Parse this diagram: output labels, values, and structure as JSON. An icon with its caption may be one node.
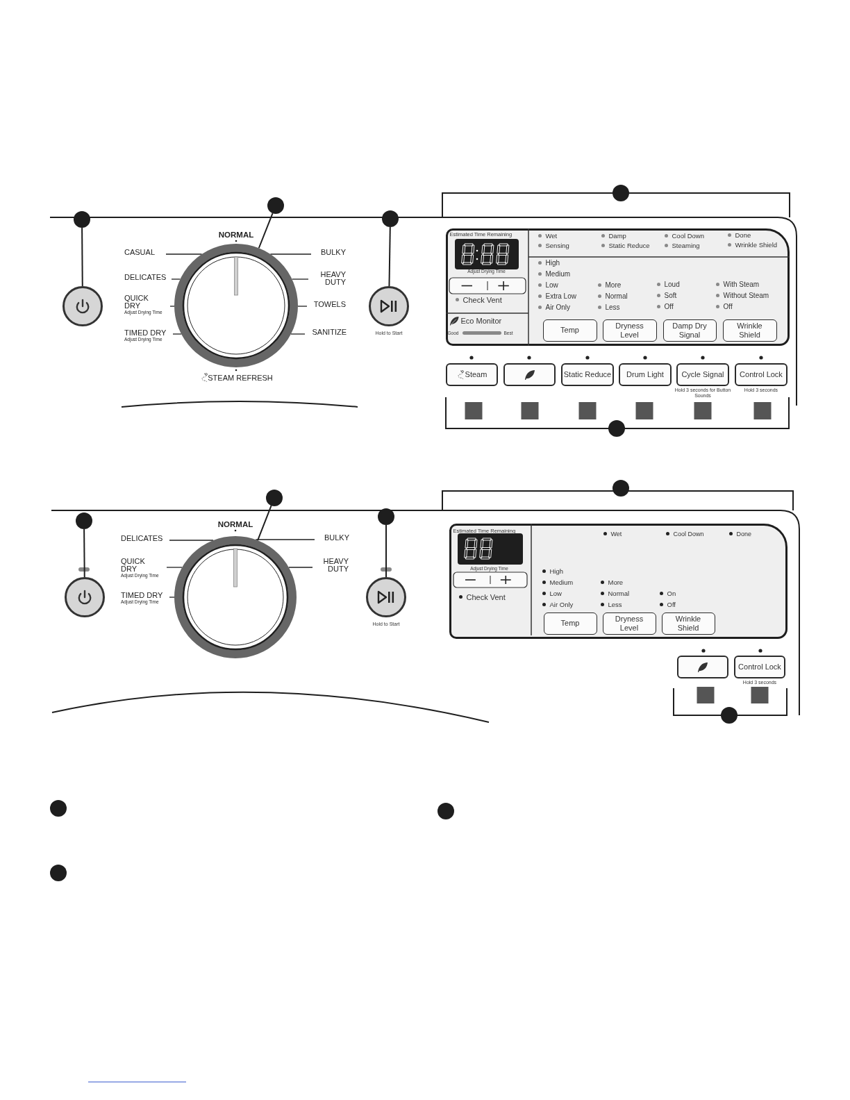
{
  "diagram": {
    "nodes": [
      {
        "text": [],
        "shape": "circle"
      },
      {
        "text": [],
        "shape": "circle"
      },
      {
        "text": [],
        "shape": "circle"
      },
      {
        "text": [],
        "shape": "circle"
      },
      {
        "text": [],
        "shape": "circle"
      },
      {
        "text": [],
        "shape": "circle"
      },
      {
        "text": [
          "CASUAL"
        ]
      },
      {
        "text": [
          "DELICATES"
        ]
      },
      {
        "text": [
          "QUICK DRY",
          "Adjust Drying Time"
        ]
      },
      {
        "text": [
          "TIMED DRY",
          "Adjust Drying Time"
        ]
      },
      {
        "text": [
          "BULKY"
        ]
      },
      {
        "text": [
          "HEAVY DUTY"
        ]
      },
      {
        "text": [
          "TOWELS"
        ]
      },
      {
        "text": [
          "SANITIZE"
        ]
      },
      {
        "text": [],
        "shape": "circle",
        "beside": [
          "Hold to Start"
        ]
      },
      {
        "text": [
          "Estimated Time Remaining",
          "Adjust Drying Time",
          "Check Vent",
          "Eco Monitor",
          "Good",
          "Best",
          "Wet",
          "Sensing",
          "Damp",
          "Static Reduce",
          "Cool Down",
          "Steaming",
          "Done",
          "Wrinkle Shield",
          "High",
          "Medium",
          "Low",
          "Extra Low",
          "Air Only",
          "More",
          "Normal",
          "Less",
          "Loud",
          "Soft",
          "Off",
          "With Steam",
          "Without Steam",
          "Off"
        ]
      },
      {
        "text": [
          "Temp"
        ],
        "in": 15
      },
      {
        "text": [
          "Dryness Level"
        ],
        "in": 15
      },
      {
        "text": [
          "Damp Dry Signal"
        ],
        "in": 15
      },
      {
        "text": [
          "Wrinkle Shield"
        ],
        "in": 15
      },
      {
        "text": [
          "Steam"
        ]
      },
      {
        "text": [],
        "shape": "box"
      },
      {
        "text": [
          "Static Reduce"
        ]
      },
      {
        "text": [
          "Drum Light"
        ]
      },
      {
        "text": [
          "Cycle Signal"
        ],
        "beside": [
          "Hold 3 seconds for Button Sounds"
        ]
      },
      {
        "text": [
          "Control Lock"
        ],
        "beside": [
          "Hold 3 seconds"
        ]
      },
      {
        "text": [],
        "shape": "circle"
      },
      {
        "text": [],
        "shape": "circle"
      },
      {
        "text": [],
        "shape": "circle"
      },
      {
        "text": [],
        "shape": "circle"
      },
      {
        "text": [],
        "shape": "circle"
      },
      {
        "text": [],
        "shape": "circle"
      },
      {
        "text": [],
        "shape": "circle"
      },
      {
        "text": [
          "DELICATES"
        ]
      },
      {
        "text": [
          "QUICK DRY",
          "Adjust Drying Time"
        ]
      },
      {
        "text": [
          "TIMED DRY",
          "Adjust Drying Time"
        ]
      },
      {
        "text": [
          "BULKY"
        ]
      },
      {
        "text": [
          "HEAVY DUTY"
        ]
      },
      {
        "text": [],
        "shape": "circle",
        "beside": [
          "Hold to Start"
        ]
      },
      {
        "text": [
          "Estimated Time Remaining",
          "Adjust Drying Time",
          "Check Vent",
          "Wet",
          "Cool Down",
          "Done",
          "High",
          "Medium",
          "Low",
          "Air Only",
          "More",
          "Normal",
          "Less",
          "On",
          "Off"
        ]
      },
      {
        "text": [
          "Temp"
        ],
        "in": 39
      },
      {
        "text": [
          "Dryness Level"
        ],
        "in": 39
      },
      {
        "text": [
          "Wrinkle Shield"
        ],
        "in": 39
      },
      {
        "text": [],
        "shape": "box"
      },
      {
        "text": [
          "Control Lock"
        ],
        "beside": [
          "Hold 3 seconds"
        ]
      },
      {
        "text": [],
        "shape": "circle"
      },
      {
        "text": [],
        "shape": "circle"
      },
      {
        "text": [],
        "shape": "circle"
      },
      {
        "text": [],
        "shape": "circle"
      }
    ],
    "edges": [
      {
        "from": 0,
        "to": 4,
        "arrow": "none"
      },
      {
        "from": 1,
        "to": 5,
        "arrow": "none"
      },
      {
        "from": 2,
        "to": 14,
        "arrow": "none"
      },
      {
        "from": 6,
        "to": 5,
        "arrow": "none"
      },
      {
        "from": 7,
        "to": 5,
        "arrow": "none"
      },
      {
        "from": 8,
        "to": 5,
        "arrow": "none"
      },
      {
        "from": 9,
        "to": 5,
        "arrow": "none"
      },
      {
        "from": 10,
        "to": 5,
        "arrow": "none"
      },
      {
        "from": 11,
        "to": 5,
        "arrow": "none"
      },
      {
        "from": 12,
        "to": 5,
        "arrow": "none"
      },
      {
        "from": 13,
        "to": 5,
        "arrow": "none"
      },
      {
        "from": 27,
        "to": 31,
        "arrow": "none"
      },
      {
        "from": 28,
        "to": 32,
        "arrow": "none"
      },
      {
        "from": 29,
        "to": 38,
        "arrow": "none"
      },
      {
        "from": 33,
        "to": 32,
        "arrow": "none"
      },
      {
        "from": 34,
        "to": 32,
        "arrow": "none"
      },
      {
        "from": 35,
        "to": 32,
        "arrow": "none"
      },
      {
        "from": 36,
        "to": 32,
        "arrow": "none"
      },
      {
        "from": 37,
        "to": 32,
        "arrow": "none"
      }
    ],
    "labels": [
      "NORMAL",
      "STEAM REFRESH",
      "NORMAL"
    ]
  }
}
